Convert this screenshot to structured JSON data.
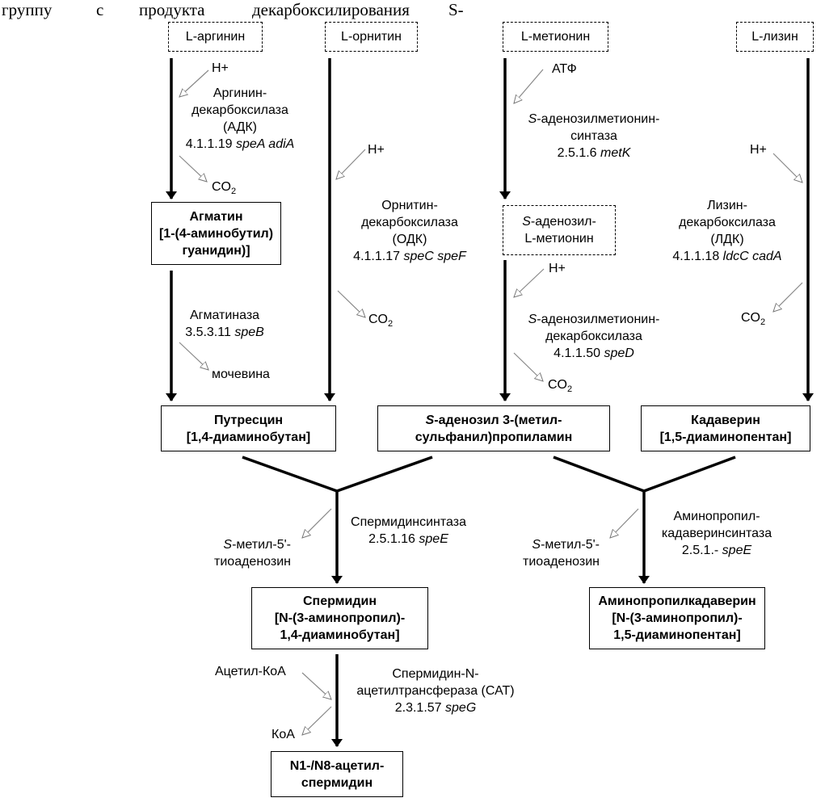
{
  "header_text": [
    "группу",
    "с",
    "продукта",
    "декарбоксилирования",
    "S-"
  ],
  "nodes": {
    "arginine": "L-аргинин",
    "ornithine": "L-орнитин",
    "methionine": "L-метионин",
    "lysine": "L-лизин",
    "agmatine": [
      "Агматин",
      "[1-(4-аминобутил)",
      "гуанидин)]"
    ],
    "sam": [
      "S-аденозил-",
      "L-метионин"
    ],
    "putrescine": [
      "Путресцин",
      "[1,4-диаминобутан]"
    ],
    "dcsam": [
      "S-аденозил 3-(метил-",
      "сульфанил)пропиламин"
    ],
    "cadaverine": [
      "Кадаверин",
      "[1,5-диаминопентан]"
    ],
    "spermidine": [
      "Спермидин",
      "[N-(3-аминопропил)-",
      "1,4-диаминобутан]"
    ],
    "apc": [
      "Аминопропилкадаверин",
      "[N-(3-аминопропил)-",
      "1,5-диаминопентан]"
    ],
    "acetylspd": [
      "N1-/N8-ацетил-",
      "спермидин"
    ]
  },
  "enzymes": {
    "adc": {
      "l1": "Аргинин-",
      "l2": "декарбоксилаза",
      "l3": "(АДК)",
      "ec": "4.1.1.19",
      "genes": "speA adiA"
    },
    "odc": {
      "l1": "Орнитин-",
      "l2": "декарбоксилаза",
      "l3": "(ОДК)",
      "ec": "4.1.1.17",
      "genes": "speC speF"
    },
    "ldc": {
      "l1": "Лизин-",
      "l2": "декарбоксилаза",
      "l3": "(ЛДК)",
      "ec": "4.1.1.18",
      "genes": "ldcC cadA"
    },
    "mat": {
      "l1": "S-аденозилметионин-",
      "l2": "синтаза",
      "ec": "2.5.1.6",
      "genes": "metK"
    },
    "samdc": {
      "l1": "S-аденозилметионин-",
      "l2": "декарбоксилаза",
      "ec": "4.1.1.50",
      "genes": "speD"
    },
    "agmatinase": {
      "l1": "Агматиназа",
      "ec": "3.5.3.11",
      "genes": "speB"
    },
    "spds": {
      "l1": "Спермидинсинтаза",
      "ec": "2.5.1.16",
      "genes": "speE"
    },
    "apcs": {
      "l1": "Аминопропил-",
      "l2": "кадаверинсинтаза",
      "ec": "2.5.1.-",
      "genes": "speE"
    },
    "sat": {
      "l1": "Спермидин-N-",
      "l2": "ацетилтрансфераза (САТ)",
      "ec": "2.3.1.57",
      "genes": "speG"
    }
  },
  "cofactors": {
    "h_plus": "H+",
    "atp": "АТФ",
    "co2": "CO",
    "co2_sub": "2",
    "urea": "мочевина",
    "mta_l1": "S-метил-5'-",
    "mta_l2": "тиоаденозин",
    "acetyl_coa": "Ацетил-КоА",
    "coa": "КоА"
  }
}
